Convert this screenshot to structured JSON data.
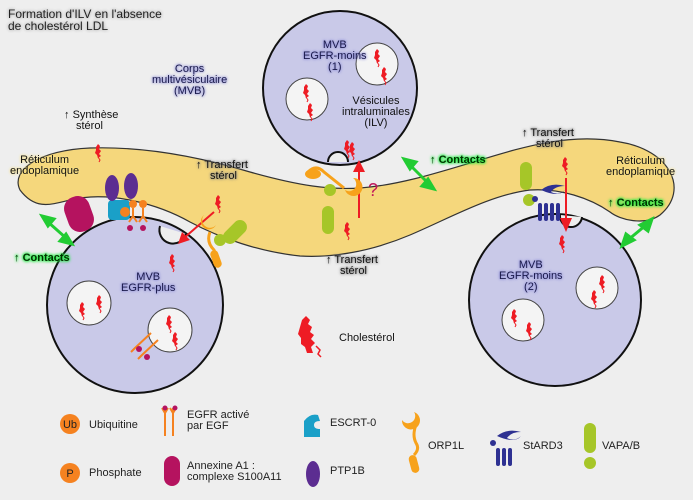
{
  "title": [
    "Formation d'ILV en l'absence",
    "de cholestérol LDL"
  ],
  "labels": {
    "mvb_general": [
      "Corps",
      "multivésiculaire",
      "(MVB)"
    ],
    "synthese": [
      "Synthèse",
      "stérol"
    ],
    "reticulum_left": [
      "Réticulum",
      "endoplamique"
    ],
    "reticulum_right": [
      "Réticulum",
      "endoplamique"
    ],
    "transfert_left": [
      "Transfert",
      "stérol"
    ],
    "transfert_middle": [
      "Transfert",
      "stérol"
    ],
    "transfert_right": [
      "Transfert",
      "stérol"
    ],
    "contacts_left": "Contacts",
    "contacts_middle": "Contacts",
    "contacts_right": "Contacts",
    "mvb_egfr_plus": [
      "MVB",
      "EGFR-plus"
    ],
    "mvb_egfr_moins_1": [
      "MVB",
      "EGFR-moins",
      "(1)"
    ],
    "mvb_egfr_moins_2": [
      "MVB",
      "EGFR-moins",
      "(2)"
    ],
    "ilv": [
      "Vésicules",
      "intraluminales",
      "(ILV)"
    ],
    "question": "?",
    "cholesterol": "Cholestérol",
    "up_arrow": "↑"
  },
  "legend": {
    "ubiquitine": {
      "symbol": "Ub",
      "label": "Ubiquitine"
    },
    "phosphate": {
      "symbol": "P",
      "label": "Phosphate"
    },
    "egfr": {
      "label": [
        "EGFR activé",
        "par EGF"
      ]
    },
    "annexine": {
      "label": [
        "Annexine A1 :",
        "complexe S100A11"
      ]
    },
    "escrt": {
      "label": "ESCRT-0"
    },
    "ptp1b": {
      "label": "PTP1B"
    },
    "orp1l": {
      "label": "ORP1L"
    },
    "stard3": {
      "label": "StARD3"
    },
    "vapa": {
      "label": "VAPA/B"
    }
  },
  "colors": {
    "background": "#eeeeee",
    "er": "#f5d77c",
    "mvb": "#c9c9e8",
    "ilv": "#f4f4f4",
    "cholesterol": "#ee1c24",
    "contacts": "#22cc33",
    "ubiquitine": "#f58220",
    "annexine": "#b5135f",
    "escrt": "#1aa0c8",
    "ptp1b": "#5c2d91",
    "orp1l": "#f7a21b",
    "stard3": "#2e3192",
    "vapa": "#a6c628"
  }
}
